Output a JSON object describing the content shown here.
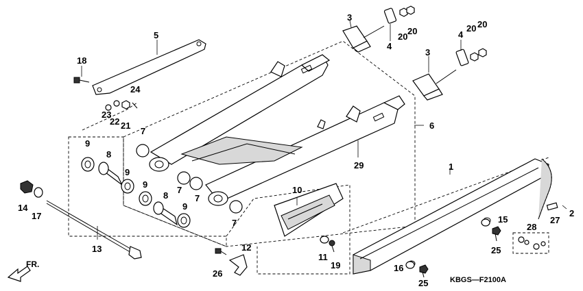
{
  "diagram_code": "KBGS—F2100A",
  "front_marker": "FR.",
  "callouts": [
    {
      "id": "c1",
      "text": "1"
    },
    {
      "id": "c2",
      "text": "2"
    },
    {
      "id": "c3a",
      "text": "3"
    },
    {
      "id": "c3b",
      "text": "3"
    },
    {
      "id": "c4a",
      "text": "4"
    },
    {
      "id": "c4b",
      "text": "4"
    },
    {
      "id": "c5",
      "text": "5"
    },
    {
      "id": "c6",
      "text": "6"
    },
    {
      "id": "c7a",
      "text": "7"
    },
    {
      "id": "c7b",
      "text": "7"
    },
    {
      "id": "c7c",
      "text": "7"
    },
    {
      "id": "c7d",
      "text": "7"
    },
    {
      "id": "c8a",
      "text": "8"
    },
    {
      "id": "c8b",
      "text": "8"
    },
    {
      "id": "c9a",
      "text": "9"
    },
    {
      "id": "c9b",
      "text": "9"
    },
    {
      "id": "c9c",
      "text": "9"
    },
    {
      "id": "c9d",
      "text": "9"
    },
    {
      "id": "c10",
      "text": "10"
    },
    {
      "id": "c11",
      "text": "11"
    },
    {
      "id": "c12",
      "text": "12"
    },
    {
      "id": "c13",
      "text": "13"
    },
    {
      "id": "c14",
      "text": "14"
    },
    {
      "id": "c15",
      "text": "15"
    },
    {
      "id": "c16",
      "text": "16"
    },
    {
      "id": "c17",
      "text": "17"
    },
    {
      "id": "c18",
      "text": "18"
    },
    {
      "id": "c19",
      "text": "19"
    },
    {
      "id": "c20a",
      "text": "20"
    },
    {
      "id": "c20b",
      "text": "20"
    },
    {
      "id": "c20c",
      "text": "20"
    },
    {
      "id": "c20d",
      "text": "20"
    },
    {
      "id": "c21",
      "text": "21"
    },
    {
      "id": "c22",
      "text": "22"
    },
    {
      "id": "c23",
      "text": "23"
    },
    {
      "id": "c24",
      "text": "24"
    },
    {
      "id": "c25a",
      "text": "25"
    },
    {
      "id": "c25b",
      "text": "25"
    },
    {
      "id": "c26",
      "text": "26"
    },
    {
      "id": "c27",
      "text": "27"
    },
    {
      "id": "c28",
      "text": "28"
    },
    {
      "id": "c29",
      "text": "29"
    }
  ]
}
